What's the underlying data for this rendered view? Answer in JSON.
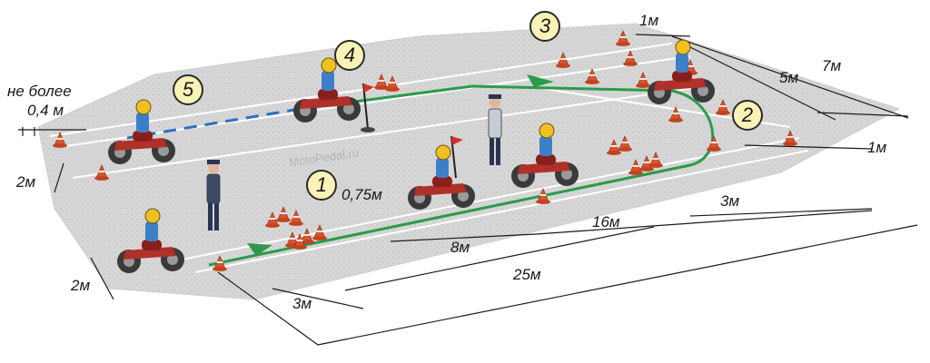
{
  "stations": [
    {
      "number": "1"
    },
    {
      "number": "2"
    },
    {
      "number": "3"
    },
    {
      "number": "4"
    },
    {
      "number": "5"
    }
  ],
  "dimensions": {
    "max_gap_line1": "не более",
    "max_gap_line2": "0,4 м",
    "width_left_top": "2м",
    "width_left_bottom": "2м",
    "cone_spacing": "0,75м",
    "slalom_length": "8м",
    "zone_length_16": "16м",
    "total_length": "25м",
    "start_offset": "3м",
    "right_offset": "3м",
    "top_gap": "1м",
    "right_gap": "1м",
    "turn_width": "5м",
    "total_width": "7м"
  },
  "watermark": "MotoPedal.ru",
  "colors": {
    "ground": "#d3d3d3",
    "route": "#2c9a4a",
    "route_dash": "#2b6fc2",
    "cone": "#d9552b",
    "badge_fill": "#fbf2b6",
    "jacket": "#3d7fc7",
    "bike": "#b0302a"
  }
}
